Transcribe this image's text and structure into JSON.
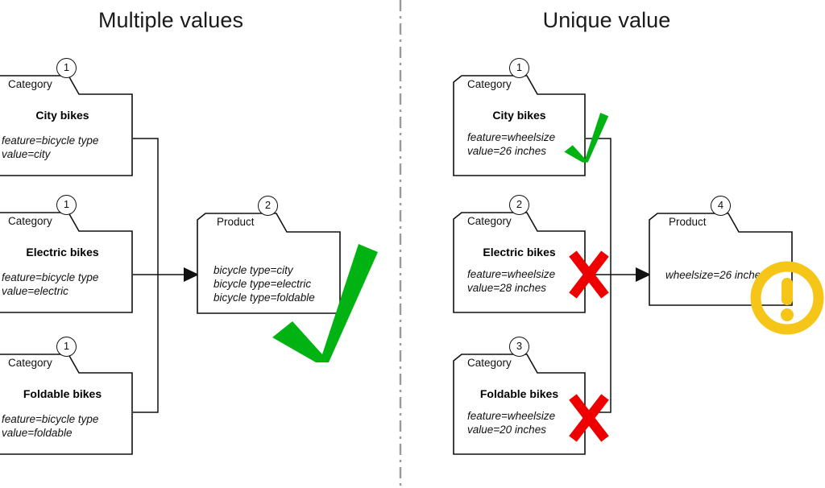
{
  "panels": {
    "left": {
      "title": "Multiple values"
    },
    "right": {
      "title": "Unique value"
    }
  },
  "divider": {
    "style": "dash-dot",
    "color": "#9a9a9a"
  },
  "colors": {
    "check": "#00b312",
    "cross": "#ee0000",
    "warning": "#f5c518",
    "stroke": "#111111",
    "divider": "#9a9a9a"
  },
  "left": {
    "categories": [
      {
        "badge": "1",
        "tab": "Category",
        "title": "City bikes",
        "lines": [
          "feature=bicycle type",
          "value=city"
        ]
      },
      {
        "badge": "1",
        "tab": "Category",
        "title": "Electric bikes",
        "lines": [
          "feature=bicycle type",
          "value=electric"
        ]
      },
      {
        "badge": "1",
        "tab": "Category",
        "title": "Foldable bikes",
        "lines": [
          "feature=bicycle type",
          "value=foldable"
        ]
      }
    ],
    "product": {
      "badge": "2",
      "tab": "Product",
      "title": "",
      "lines": [
        "bicycle type=city",
        "bicycle type=electric",
        "bicycle type=foldable"
      ]
    },
    "verdict": "check-icon"
  },
  "right": {
    "categories": [
      {
        "badge": "1",
        "tab": "Category",
        "title": "City bikes",
        "lines": [
          "feature=wheelsize",
          "value=26 inches"
        ],
        "mark": "check-icon"
      },
      {
        "badge": "2",
        "tab": "Category",
        "title": "Electric bikes",
        "lines": [
          "feature=wheelsize",
          "value=28 inches"
        ],
        "mark": "cross-icon"
      },
      {
        "badge": "3",
        "tab": "Category",
        "title": "Foldable bikes",
        "lines": [
          "feature=wheelsize",
          "value=20 inches"
        ],
        "mark": "cross-icon"
      }
    ],
    "product": {
      "badge": "4",
      "tab": "Product",
      "title": "",
      "lines": [
        "wheelsize=26 inches"
      ]
    },
    "verdict": "warning-icon"
  }
}
